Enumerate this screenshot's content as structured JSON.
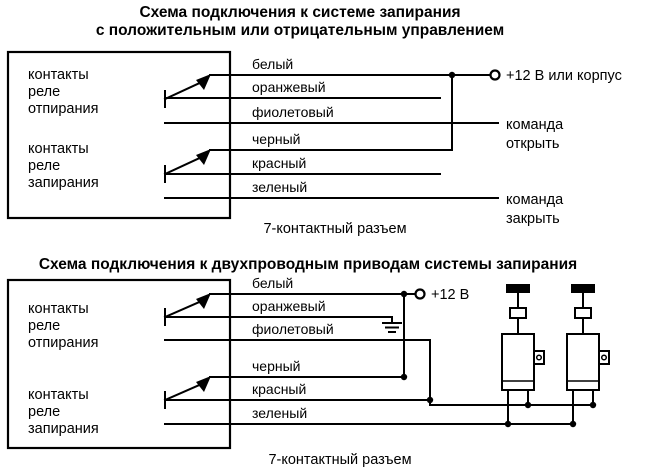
{
  "diagram_top": {
    "title_line1": "Схема подключения к системе запирания",
    "title_line2": "с положительным или отрицательным управлением",
    "box": {
      "unlock": [
        "контакты",
        "реле",
        "отпирания"
      ],
      "lock": [
        "контакты",
        "реле",
        "запирания"
      ]
    },
    "wires": {
      "white": "белый",
      "orange": "оранжевый",
      "violet": "фиолетовый",
      "black": "черный",
      "red": "красный",
      "green": "зеленый"
    },
    "power": "+12 В или корпус",
    "cmd_open": [
      "команда",
      "открыть"
    ],
    "cmd_close": [
      "команда",
      "закрыть"
    ],
    "connector": "7-контактный разъем"
  },
  "diagram_bottom": {
    "title": "Схема подключения к двухпроводным приводам системы запирания",
    "box": {
      "unlock": [
        "контакты",
        "реле",
        "отпирания"
      ],
      "lock": [
        "контакты",
        "реле",
        "запирания"
      ]
    },
    "wires": {
      "white": "белый",
      "orange": "оранжевый",
      "violet": "фиолетовый",
      "black": "черный",
      "red": "красный",
      "green": "зеленый"
    },
    "power": "+12 В",
    "connector": "7-контактный разъем"
  }
}
